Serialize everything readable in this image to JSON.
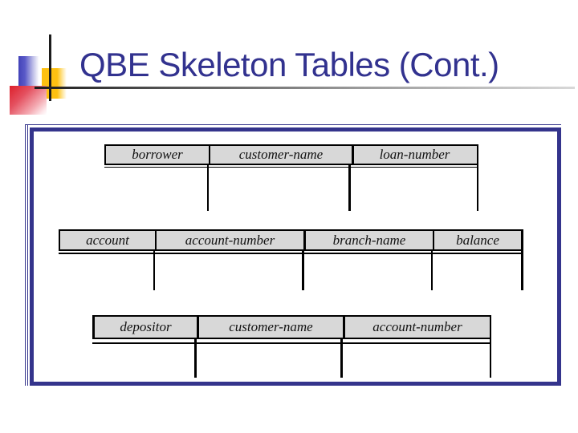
{
  "slide": {
    "title": "QBE Skeleton Tables (Cont.)"
  },
  "tables": [
    {
      "columns": [
        "borrower",
        "customer-name",
        "loan-number"
      ]
    },
    {
      "columns": [
        "account",
        "account-number",
        "branch-name",
        "balance"
      ]
    },
    {
      "columns": [
        "depositor",
        "customer-name",
        "account-number"
      ]
    }
  ],
  "colors": {
    "title_text": "#32328F",
    "box_border": "#34348C",
    "table_header_bg": "#D8D8D8",
    "table_line": "#000000",
    "accent_blue": "#4343B8",
    "accent_yellow": "#FDC011",
    "accent_red": "#DD1F2B"
  }
}
